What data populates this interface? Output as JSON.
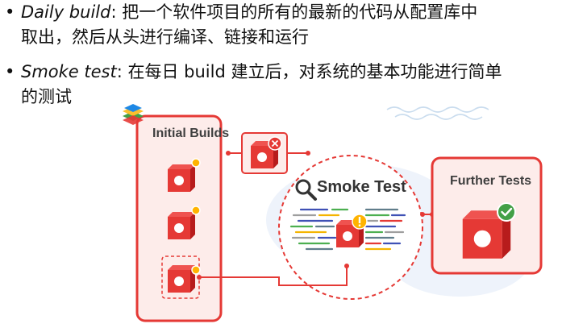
{
  "bullets": [
    {
      "term": "Daily build",
      "line1": ": 把一个软件项目的所有的最新的代码从配置库中",
      "line2": "取出，然后从头进行编译、链接和运行"
    },
    {
      "term": "Smoke test",
      "line1": ": 在每日 build 建立后，对系统的基本功能进行简单",
      "line2": "的测试"
    }
  ],
  "diagram": {
    "initial_builds_label": "Initial Builds",
    "smoke_test_label": "Smoke Test",
    "further_tests_label": "Further Tests",
    "icons": [
      "build-cube-icon",
      "failed-x-badge-icon",
      "warning-badge-icon",
      "passed-check-badge-icon",
      "magnifier-icon",
      "layer-stack-logo-icon"
    ]
  },
  "colors": {
    "accent_red": "#e53935",
    "dark_red": "#b71c1c",
    "panel_fill": "#fdecea",
    "warning_yellow": "#ffb300",
    "success_green": "#43a047"
  }
}
